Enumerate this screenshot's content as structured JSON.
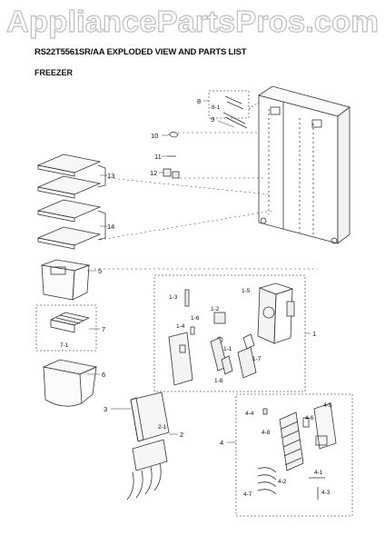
{
  "watermark": "AppliancePartsPros.com",
  "title": "RS22T5561SR/AA EXPLODED VIEW AND PARTS LIST",
  "section": "FREEZER",
  "callouts": {
    "c8": "8",
    "c8_1": "8-1",
    "c9": "9",
    "c10": "10",
    "c11": "11",
    "c12": "12",
    "c13": "13",
    "c14": "14",
    "c5": "5",
    "c7": "7",
    "c7_1": "7-1",
    "c6": "6",
    "c1": "1",
    "c1_3": "1-3",
    "c1_5": "1-5",
    "c1_2": "1-2",
    "c1_6": "1-6",
    "c1_4": "1-4",
    "c1_1": "1-1",
    "c1_8": "1-8",
    "c1_7": "1-7",
    "c3": "3",
    "c2": "2",
    "c2_1": "2-1",
    "c4": "4",
    "c4_4": "4-4",
    "c4_5": "4-5",
    "c4_6": "4-6",
    "c4_8": "4-8",
    "c4_2": "4-2",
    "c4_1": "4-1",
    "c4_3": "4-3",
    "c4_7": "4-7"
  },
  "colors": {
    "line": "#333333",
    "dash": "#666666",
    "watermark": "#bfbfbf",
    "part_fill": "#f4f4f4"
  }
}
